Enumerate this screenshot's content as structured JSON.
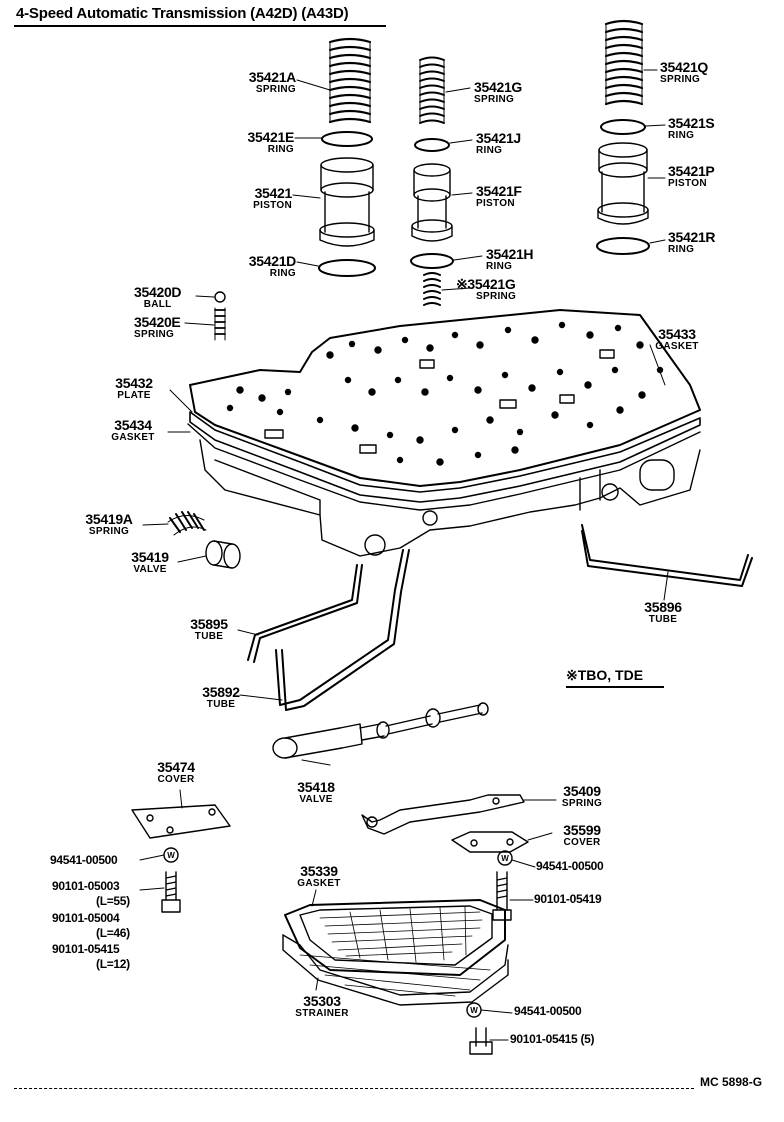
{
  "title": "4-Speed Automatic Transmission (A42D) (A43D)",
  "note": "※TBO, TDE",
  "code": "MC  5898-G",
  "parts": {
    "p35421A": {
      "num": "35421A",
      "desc": "SPRING"
    },
    "p35421E": {
      "num": "35421E",
      "desc": "RING"
    },
    "p35421": {
      "num": "35421",
      "desc": "PISTON"
    },
    "p35421D": {
      "num": "35421D",
      "desc": "RING"
    },
    "p35421G": {
      "num": "35421G",
      "desc": "SPRING"
    },
    "p35421J": {
      "num": "35421J",
      "desc": "RING"
    },
    "p35421F": {
      "num": "35421F",
      "desc": "PISTON"
    },
    "p35421H": {
      "num": "35421H",
      "desc": "RING"
    },
    "p35421G2": {
      "num": "※35421G",
      "desc": "SPRING"
    },
    "p35421Q": {
      "num": "35421Q",
      "desc": "SPRING"
    },
    "p35421S": {
      "num": "35421S",
      "desc": "RING"
    },
    "p35421P": {
      "num": "35421P",
      "desc": "PISTON"
    },
    "p35421R": {
      "num": "35421R",
      "desc": "RING"
    },
    "p35420D": {
      "num": "35420D",
      "desc": "BALL"
    },
    "p35420E": {
      "num": "35420E",
      "desc": "SPRING"
    },
    "p35433": {
      "num": "35433",
      "desc": "GASKET"
    },
    "p35432": {
      "num": "35432",
      "desc": "PLATE"
    },
    "p35434": {
      "num": "35434",
      "desc": "GASKET"
    },
    "p35419A": {
      "num": "35419A",
      "desc": "SPRING"
    },
    "p35419": {
      "num": "35419",
      "desc": "VALVE"
    },
    "p35895": {
      "num": "35895",
      "desc": "TUBE"
    },
    "p35896": {
      "num": "35896",
      "desc": "TUBE"
    },
    "p35892": {
      "num": "35892",
      "desc": "TUBE"
    },
    "p35474": {
      "num": "35474",
      "desc": "COVER"
    },
    "p35418": {
      "num": "35418",
      "desc": "VALVE"
    },
    "p35409": {
      "num": "35409",
      "desc": "SPRING"
    },
    "p35599": {
      "num": "35599",
      "desc": "COVER"
    },
    "p35339": {
      "num": "35339",
      "desc": "GASKET"
    },
    "p35303": {
      "num": "35303",
      "desc": "STRAINER"
    }
  },
  "fasteners": {
    "w_left": "94541-00500",
    "b_left1": "90101-05003",
    "b_left1_len": "(L=55)",
    "b_left2": "90101-05004",
    "b_left2_len": "(L=46)",
    "b_left3": "90101-05415",
    "b_left3_len": "(L=12)",
    "w_right": "94541-00500",
    "b_right": "90101-05419",
    "w_bottom": "94541-00500",
    "b_bottom": "90101-05415 (5)"
  },
  "washer_symbol": "W"
}
